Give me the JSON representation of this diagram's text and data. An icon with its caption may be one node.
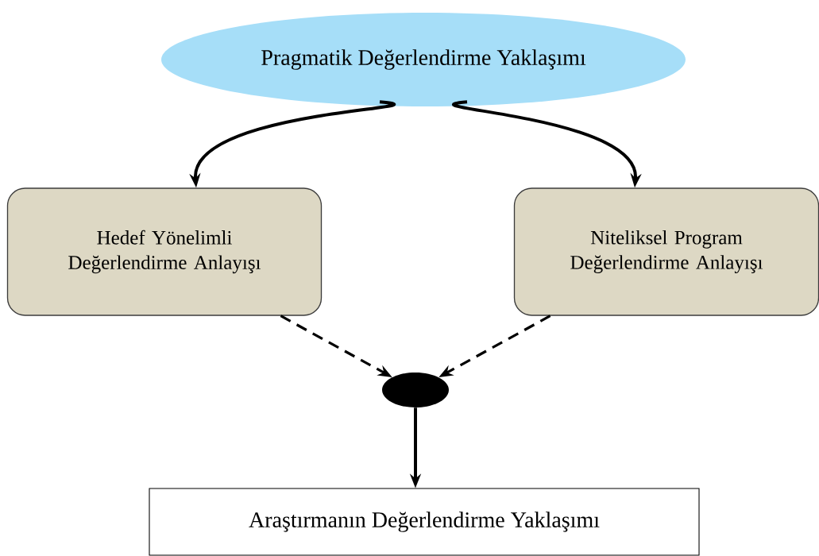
{
  "diagram": {
    "nodes": [
      {
        "text": [
          "Pragmatik Değerlendirme Yaklaşımı"
        ]
      },
      {
        "text": [
          "Hedef Yönelimli Değerlendirme Anlayışı"
        ]
      },
      {
        "text": [
          "Niteliksel Program Değerlendirme Anlayışı"
        ]
      },
      {
        "text": [],
        "shape": "circle"
      },
      {
        "text": [
          "Araştırmanın Değerlendirme Yaklaşımı"
        ]
      }
    ],
    "edges": [
      {
        "from": 0,
        "to": 1,
        "arrow": "to"
      },
      {
        "from": 0,
        "to": 2,
        "arrow": "to"
      },
      {
        "from": 1,
        "to": 3,
        "arrow": "to",
        "style": "dashed"
      },
      {
        "from": 2,
        "to": 3,
        "arrow": "to",
        "style": "dashed"
      },
      {
        "from": 3,
        "to": 4,
        "arrow": "to"
      }
    ]
  }
}
